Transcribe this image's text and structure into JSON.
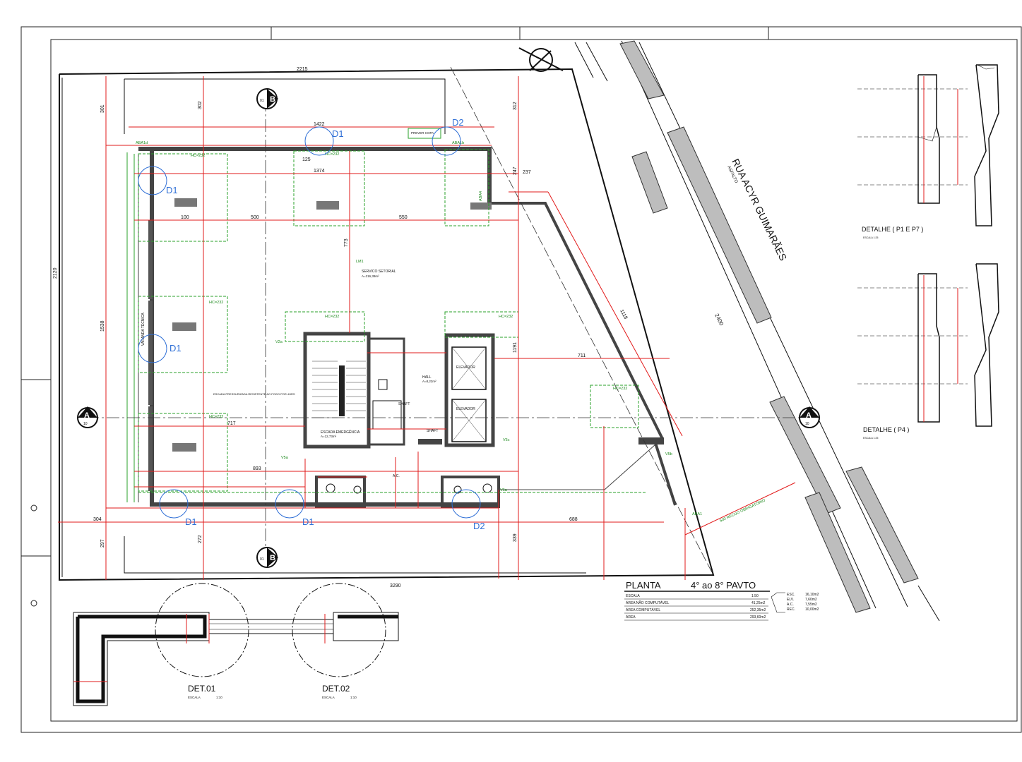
{
  "street": {
    "name": "RUA ACYR GUIMARÃES",
    "sub": "ASFALTO",
    "width": "2400"
  },
  "dims": {
    "top": "2215",
    "left": "2120",
    "bottom": "3290",
    "inner_top": "1422",
    "d301": "301",
    "d302": "302",
    "d312": "312",
    "d1538": "1538",
    "d773": "773",
    "d500": "500",
    "d550": "550",
    "d100": "100",
    "d1374": "1374",
    "d125": "125",
    "d717": "717",
    "d711": "711",
    "d893": "893",
    "d304": "304",
    "d297": "297",
    "d272": "272",
    "d339": "339",
    "d688": "688",
    "d1118": "1118",
    "d247": "247",
    "d237": "237",
    "d1191": "1191"
  },
  "detail_markers": {
    "d1": "D1",
    "d2": "D2"
  },
  "section_markers": {
    "a": "A",
    "b": "B",
    "ref": "10",
    "ref_b": "01"
  },
  "rooms": {
    "servico": "SERVICO SETORIAL",
    "servico_area": "A=216,39m²",
    "escada": "ESCADA EMERGÊNCIA",
    "escada_area": "A=12,73m²",
    "hall": "HALL",
    "hall_area": "A=8,22m²",
    "elev1": "ELEVADOR",
    "elev2": "ELEVADOR",
    "shaft1": "SHAFT",
    "shaft2": "SHAFT",
    "ac": "A.C.",
    "varanda": "VARANDA TÉCNICA",
    "prever_copa": "PREVER COPA",
    "escada_note": "ESCADA PRESSURIZADA RESISTENTE AO FOGO POR 4HRS"
  },
  "labels": {
    "aba1": "ABA1",
    "aba1d": "ABA1d",
    "aba1b": "ABA1b",
    "aba4": "ABA4",
    "hc232": "HC=232",
    "v5a": "V5a",
    "v5b": "V5b",
    "v5c": "V5c",
    "v6a": "V6a",
    "v2a": "V2a",
    "lm1": "LM1",
    "recuo": "500 RECUO OBRIGATÓRIO"
  },
  "title_block": {
    "title": "PLANTA",
    "subtitle": "4° ao 8° PAVTO",
    "rows": [
      {
        "label": "ESCALA",
        "value": "1:50"
      },
      {
        "label": "ÁREA NÃO COMPUTÁVEL",
        "value": "41,25m2"
      },
      {
        "label": "ÁREA COMPUTÁVEL",
        "value": "252,35m2"
      },
      {
        "label": "ÁREA",
        "value": "293,60m2"
      }
    ],
    "breakdown": [
      {
        "label": "ESC.",
        "value": "16,10m2"
      },
      {
        "label": "ELV.",
        "value": "7,60m2"
      },
      {
        "label": "A.C.",
        "value": "7,55m2"
      },
      {
        "label": "REC.",
        "value": "10,00m2"
      }
    ]
  },
  "details": {
    "det01": "DET.01",
    "det02": "DET.02",
    "escala": "ESCALA",
    "escala_val": "1:10",
    "p1p7": "DETALHE ( P1 E P7 )",
    "p4": "DETALHE ( P4 )",
    "sub": "ESCALA 1:25"
  },
  "colors": {
    "dim": "#e21b1b",
    "annotation": "#2aa12a",
    "detail": "#2f6fd6",
    "wall": "#444444"
  }
}
